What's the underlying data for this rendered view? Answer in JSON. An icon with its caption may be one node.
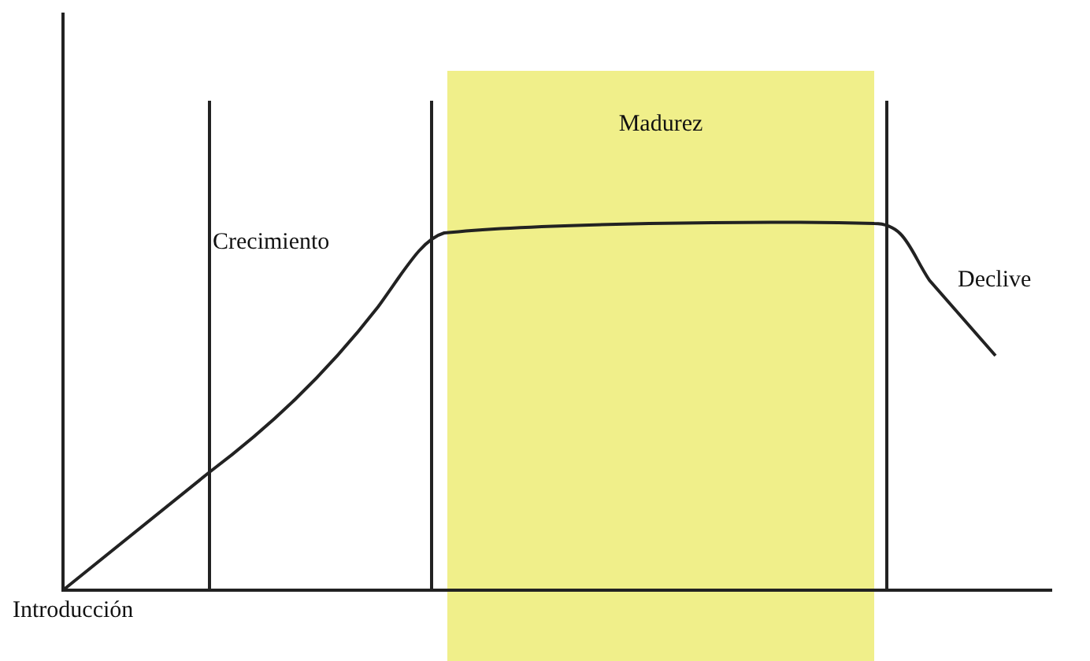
{
  "diagram": {
    "nodes": [
      {
        "text": [
          "Madurez"
        ]
      }
    ],
    "labels": [
      "Crecimiento",
      "Declive",
      "Introducción"
    ]
  }
}
